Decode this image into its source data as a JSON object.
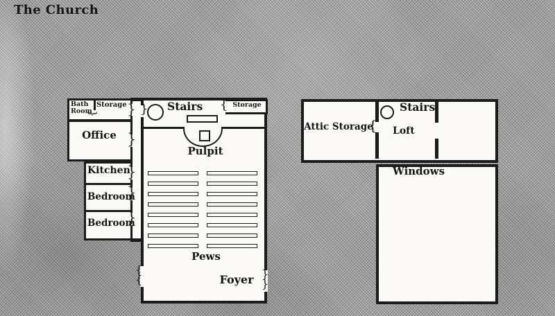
{
  "title": "The Church",
  "colors": {
    "background": "#a9a9a9",
    "wall": "#1b1b1b",
    "floor": "#fbfaf6",
    "ink": "#141414"
  },
  "floor_main": {
    "rooms": {
      "bath_room": {
        "label_line1": "Bath",
        "label_line2": "Room"
      },
      "storage_wing": {
        "label": "Storage"
      },
      "office": {
        "label": "Office"
      },
      "kitchen": {
        "label": "Kitchen"
      },
      "bedroom_1": {
        "label": "Bedroom"
      },
      "bedroom_2": {
        "label": "Bedroom"
      },
      "stairs": {
        "label": "Stairs",
        "symbol": "spiral-stair-circle"
      },
      "storage_chancel": {
        "label": "Storage"
      },
      "pulpit": {
        "label": "Pulpit",
        "symbol": "pulpit-square"
      },
      "pews": {
        "label": "Pews",
        "rows": 8,
        "columns": 2
      },
      "foyer": {
        "label": "Foyer"
      }
    }
  },
  "floor_upper": {
    "rooms": {
      "attic_storage": {
        "label": "Attic Storage"
      },
      "stairs": {
        "label": "Stairs",
        "symbol": "spiral-stair-circle"
      },
      "loft": {
        "label": "Loft"
      },
      "windows": {
        "label": "Windows"
      }
    }
  }
}
